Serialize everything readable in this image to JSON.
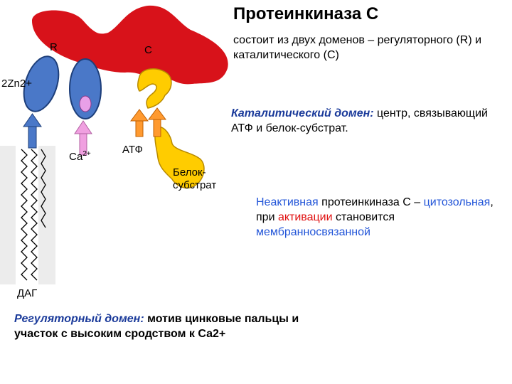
{
  "title": "Протеинкиназа С",
  "description": "состоит из двух доменов – регуляторного (R) и каталитического (С)",
  "catalytic": {
    "heading": "Каталитический домен:",
    "text": " центр, связывающий АТФ и белок-субстрат."
  },
  "inactive": {
    "part1": "Неактивная",
    "part2": " протеинкиназа С – ",
    "part3": "цитозольная",
    "part4": ", при ",
    "part5": "активации",
    "part6": " становится ",
    "part7": "мембранносвязанной"
  },
  "regulatory": {
    "heading": "Регуляторный домен:",
    "text": " мотив цинковые пальцы и участок с высоким сродством к Са2+"
  },
  "labels": {
    "r": "R",
    "c": "С",
    "zn": "2Zn2+",
    "ca": "Са",
    "ca_sup": "2+",
    "atf": "АТФ",
    "substrate": "Белок-субстрат",
    "dag": "ДАГ"
  },
  "colors": {
    "enzyme": "#d8121a",
    "blue_domain": "#4a78c8",
    "yellow": "#ffcc00",
    "arrow_blue": "#4a78c8",
    "arrow_pink": "#f0a0e0",
    "arrow_orange": "#ff9a30",
    "membrane": "#c8c8c8"
  }
}
